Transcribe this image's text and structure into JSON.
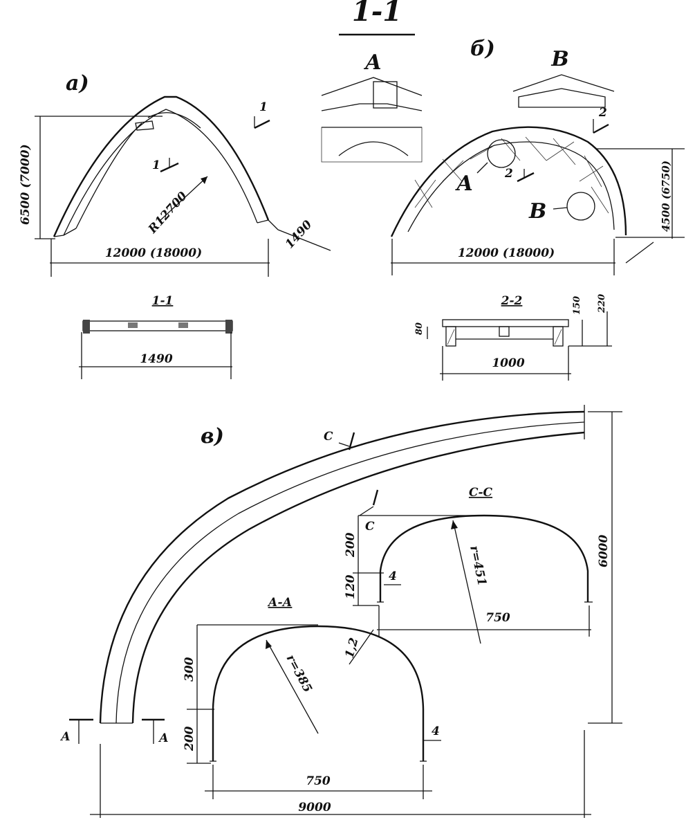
{
  "title": "1-1",
  "panels": {
    "a": {
      "label": "а)",
      "span": "12000 (18000)",
      "height": "6500 (7000)",
      "radius": "R12700",
      "width": "1490",
      "section_mark": "1",
      "section_title": "1-1",
      "section_width": "1490"
    },
    "b": {
      "label": "б)",
      "span": "12000 (18000)",
      "height": "4500 (6750)",
      "detail_a": "А",
      "detail_b": "В",
      "section_mark": "2",
      "section_title": "2-2",
      "section_width": "1000",
      "dim_80": "80",
      "dim_150": "150",
      "dim_220": "220"
    },
    "v": {
      "label": "в)",
      "span": "9000",
      "height": "6000",
      "section_c": "С",
      "section_a": "А",
      "aa": {
        "title": "А-А",
        "radius": "r=385",
        "width": "750",
        "h_top": "300",
        "h_bottom": "200",
        "thickness": "1,2",
        "lip": "4"
      },
      "cc": {
        "title": "С-С",
        "radius": "r=451",
        "width": "750",
        "h_top": "200",
        "h_bottom": "120",
        "lip": "4"
      }
    }
  }
}
